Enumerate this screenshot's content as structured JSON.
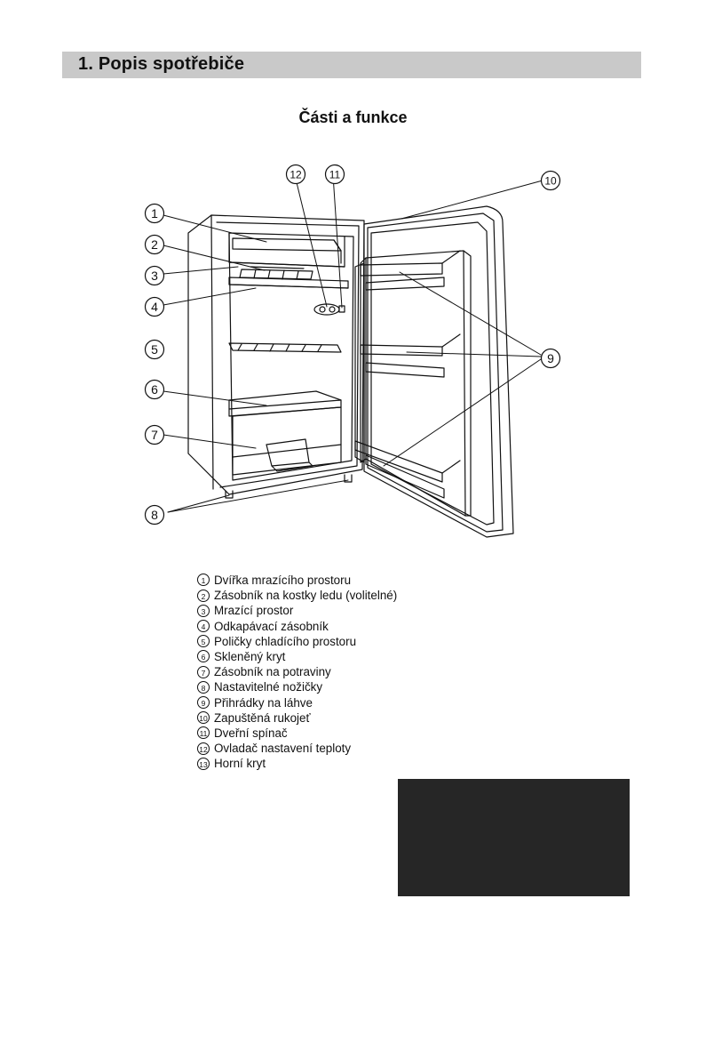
{
  "section": {
    "title": "1. Popis spotřebiče"
  },
  "subtitle": "Části a funkce",
  "callouts": {
    "c1": "1",
    "c2": "2",
    "c3": "3",
    "c4": "4",
    "c5": "5",
    "c6": "6",
    "c7": "7",
    "c8": "8",
    "c9": "9",
    "c10": "10",
    "c11": "11",
    "c12": "12"
  },
  "legend": [
    {
      "num": "1",
      "text": "Dvířka mrazícího prostoru"
    },
    {
      "num": "2",
      "text": "Zásobník na kostky ledu (volitelné)"
    },
    {
      "num": "3",
      "text": "Mrazící prostor"
    },
    {
      "num": "4",
      "text": "Odkapávací zásobník"
    },
    {
      "num": "5",
      "text": "Poličky chladícího prostoru"
    },
    {
      "num": "6",
      "text": "Skleněný kryt"
    },
    {
      "num": "7",
      "text": "Zásobník na potraviny"
    },
    {
      "num": "8",
      "text": "Nastavitelné nožičky"
    },
    {
      "num": "9",
      "text": "Přihrádky na láhve"
    },
    {
      "num": "10",
      "text": "Zapuštěná rukojeť"
    },
    {
      "num": "11",
      "text": "Dveřní spínač"
    },
    {
      "num": "12",
      "text": "Ovladač nastavení teploty"
    },
    {
      "num": "13",
      "text": "Horní kryt"
    }
  ]
}
